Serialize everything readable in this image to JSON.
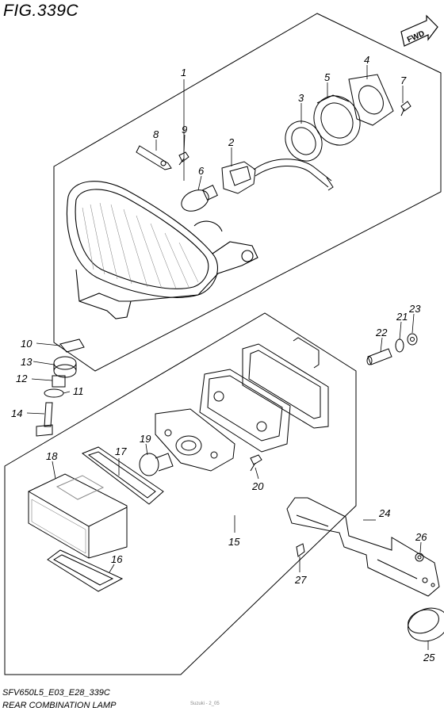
{
  "figure": {
    "title": "FIG.339C",
    "fwd_label": "FWD",
    "footer_code": "SFV650L5_E03_E28_339C",
    "footer_name": "REAR COMBINATION LAMP",
    "footer_mark": "Suzuki - 2_05"
  },
  "callouts": {
    "c1": "1",
    "c2": "2",
    "c3": "3",
    "c4": "4",
    "c5": "5",
    "c6": "6",
    "c7": "7",
    "c8": "8",
    "c9": "9",
    "c10": "10",
    "c11": "11",
    "c12": "12",
    "c13": "13",
    "c14": "14",
    "c15": "15",
    "c16": "16",
    "c17": "17",
    "c18": "18",
    "c19": "19",
    "c20": "20",
    "c21": "21",
    "c22": "22",
    "c23": "23",
    "c24": "24",
    "c25": "25",
    "c26": "26",
    "c27": "27"
  },
  "colors": {
    "line": "#000000",
    "background": "#ffffff",
    "shade": "#bbbbbb"
  }
}
